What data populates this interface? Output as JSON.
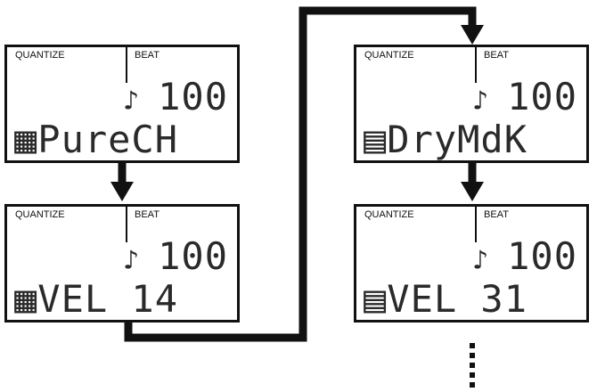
{
  "panels": [
    {
      "quantize_label": "QUANTIZE",
      "beat_label": "BEAT",
      "note_glyph": "♪",
      "tempo": "100",
      "line2": "▦PureCH"
    },
    {
      "quantize_label": "QUANTIZE",
      "beat_label": "BEAT",
      "note_glyph": "♪",
      "tempo": "100",
      "line2": "▦VEL 14"
    },
    {
      "quantize_label": "QUANTIZE",
      "beat_label": "BEAT",
      "note_glyph": "♪",
      "tempo": "100",
      "line2": "▤DryMdK"
    },
    {
      "quantize_label": "QUANTIZE",
      "beat_label": "BEAT",
      "note_glyph": "♪",
      "tempo": "100",
      "line2": "▤VEL 31"
    }
  ],
  "colors": {
    "ink": "#111111",
    "lcd_text": "#2a2a2a"
  }
}
